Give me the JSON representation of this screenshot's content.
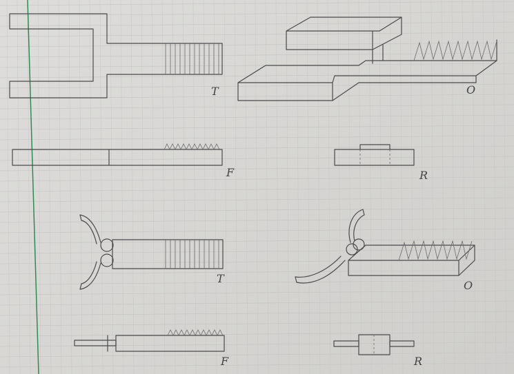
{
  "sketch": {
    "top_views": {
      "tuning_fork_top": "T",
      "tuning_fork_oblique": "O",
      "tuning_fork_front": "F",
      "tuning_fork_right": "R"
    },
    "bottom_views": {
      "clip_top": "T",
      "clip_oblique": "O",
      "clip_front": "F",
      "clip_right": "R"
    },
    "colors": {
      "paper": "#d9d8d5",
      "margin_line": "#2e8b57",
      "pencil": "#4a4a4a"
    }
  }
}
